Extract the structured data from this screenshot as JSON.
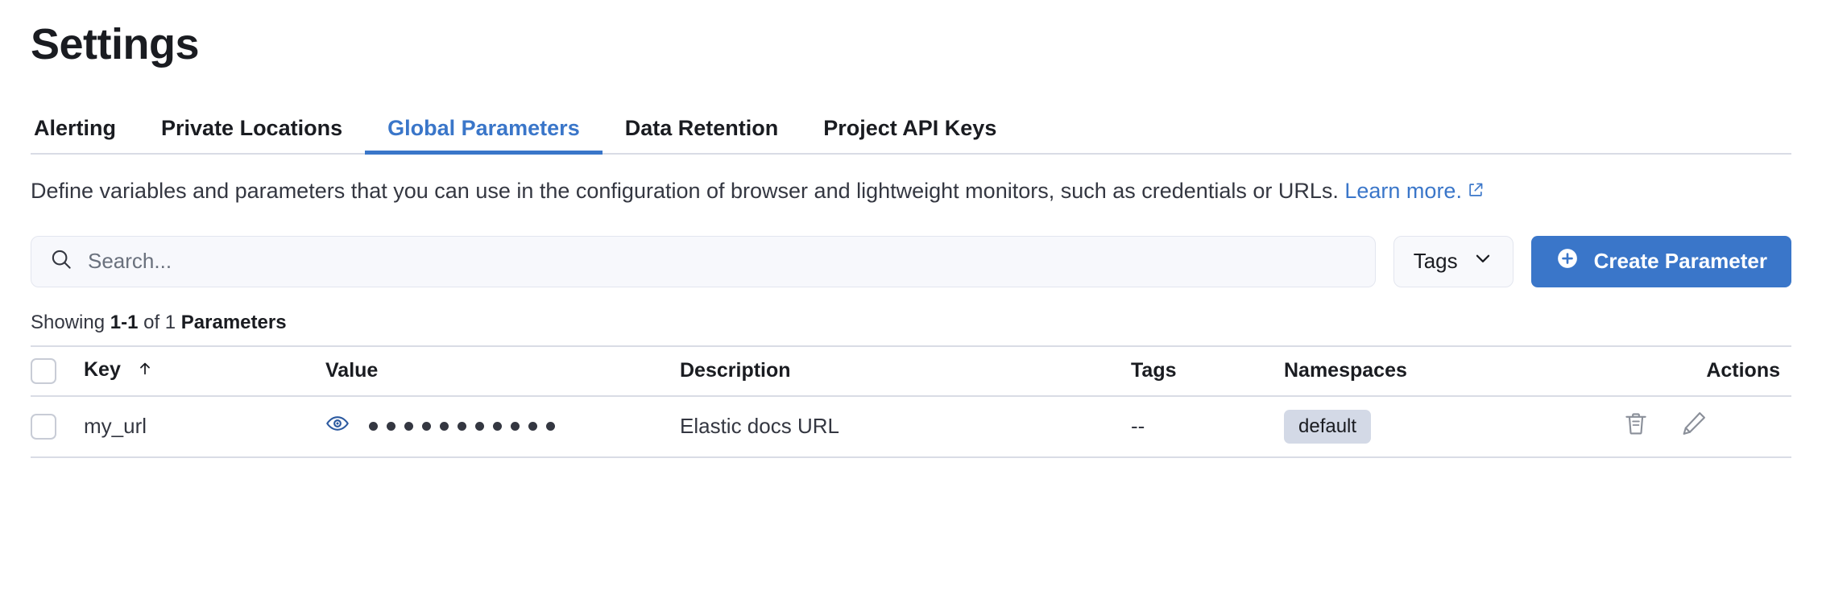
{
  "header": {
    "title": "Settings"
  },
  "tabs": [
    {
      "label": "Alerting",
      "active": false
    },
    {
      "label": "Private Locations",
      "active": false
    },
    {
      "label": "Global Parameters",
      "active": true
    },
    {
      "label": "Data Retention",
      "active": false
    },
    {
      "label": "Project API Keys",
      "active": false
    }
  ],
  "description": {
    "text": "Define variables and parameters that you can use in the configuration of browser and lightweight monitors, such as credentials or URLs. ",
    "link_text": "Learn more.",
    "link_icon": "external-link-icon"
  },
  "controls": {
    "search_placeholder": "Search...",
    "search_value": "",
    "search_icon": "search-icon",
    "tags_label": "Tags",
    "tags_icon": "chevron-down-icon",
    "create_label": "Create Parameter",
    "create_icon": "plus-circle-icon",
    "accent_color": "#3a76c9"
  },
  "showing": {
    "prefix": "Showing ",
    "range": "1-1",
    "middle": " of 1 ",
    "entity": "Parameters"
  },
  "table": {
    "columns": [
      {
        "key": "select",
        "label": ""
      },
      {
        "key": "key",
        "label": "Key",
        "sorted": "asc",
        "sort_icon": "arrow-up-icon"
      },
      {
        "key": "value",
        "label": "Value"
      },
      {
        "key": "description",
        "label": "Description"
      },
      {
        "key": "tags",
        "label": "Tags"
      },
      {
        "key": "namespaces",
        "label": "Namespaces"
      },
      {
        "key": "actions",
        "label": "Actions"
      }
    ],
    "rows": [
      {
        "key": "my_url",
        "value_masked": true,
        "value_dots": 11,
        "value_toggle_icon": "eye-icon",
        "description": "Elastic docs URL",
        "tags": "--",
        "namespaces": [
          "default"
        ],
        "actions": [
          "trash-icon",
          "pencil-icon"
        ]
      }
    ]
  },
  "colors": {
    "accent": "#3a76c9",
    "text": "#343741",
    "text_strong": "#1a1c21",
    "border": "#d9dce5",
    "badge_bg": "#d3d9e6",
    "field_bg": "#f7f8fc"
  }
}
